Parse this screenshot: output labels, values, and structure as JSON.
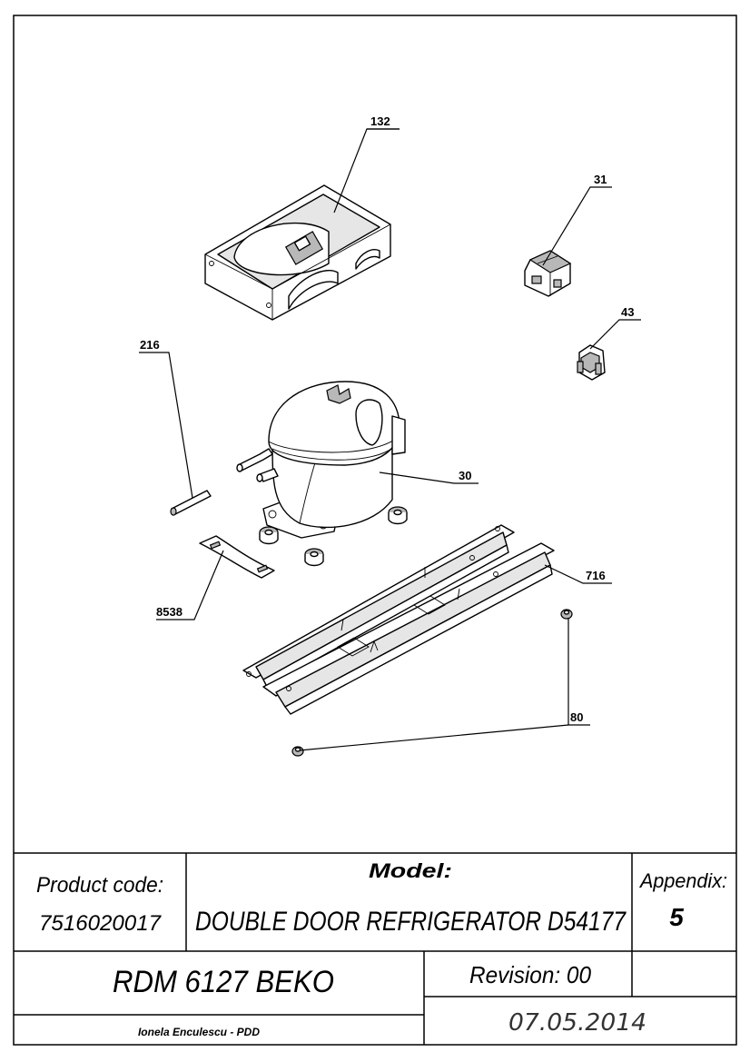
{
  "callouts": {
    "c132": "132",
    "c31": "31",
    "c43": "43",
    "c216": "216",
    "c30": "30",
    "c8538": "8538",
    "c716": "716",
    "c80": "80"
  },
  "title_block": {
    "product_code_label": "Product code:",
    "product_code_value": "7516020017",
    "model_label": "Model:",
    "model_value": "DOUBLE DOOR REFRIGERATOR D54177",
    "appendix_label": "Appendix:",
    "appendix_value": "5",
    "part_name": "RDM 6127 BEKO",
    "revision": "Revision: 00",
    "author": "Ionela Enculescu - PDD",
    "date": "07.05.2014"
  }
}
